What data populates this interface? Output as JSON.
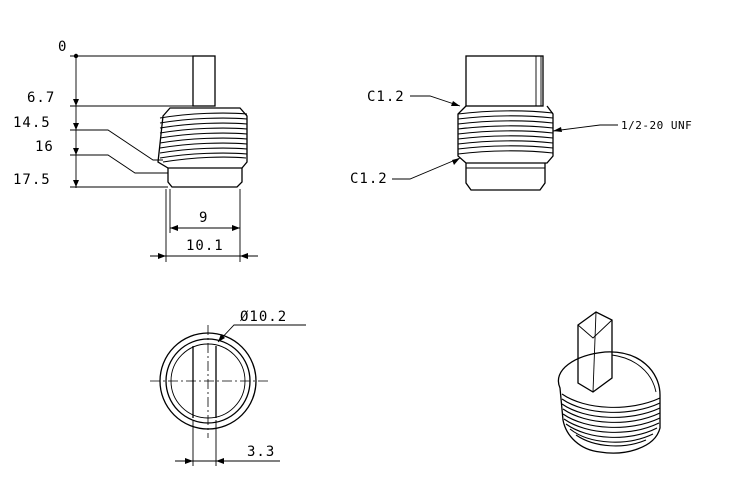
{
  "side_view": {
    "ordinate_labels": [
      "0",
      "6.7",
      "14.5",
      "16",
      "17.5"
    ],
    "width_inner": "9",
    "width_outer": "10.1"
  },
  "front_view": {
    "chamfer_top": "C1.2",
    "chamfer_bottom": "C1.2",
    "thread_spec": "1/2-20 UNF"
  },
  "end_view": {
    "diameter": "Ø10.2",
    "slot_width": "3.3"
  },
  "iso_view": {}
}
